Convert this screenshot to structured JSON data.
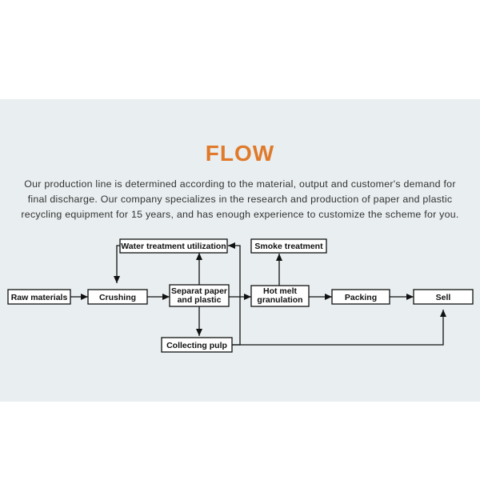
{
  "title": "FLOW",
  "description": [
    "Our production line is determined according to the material, output and customer's demand for",
    "final discharge. Our company specializes in the research and production of paper and plastic",
    "recycling equipment for 15 years, and has enough experience to customize the scheme for you."
  ],
  "flow": {
    "raw": "Raw materials",
    "crushing": "Crushing",
    "separate": [
      "Separat paper",
      "and plastic"
    ],
    "hotmelt": [
      "Hot melt",
      "granulation"
    ],
    "packing": "Packing",
    "sell": "Sell",
    "water": "Water treatment utilization",
    "smoke": "Smoke treatment",
    "collecting": "Collecting pulp"
  },
  "colors": {
    "title": "#e07a2a",
    "panel": "#e9eef0"
  }
}
